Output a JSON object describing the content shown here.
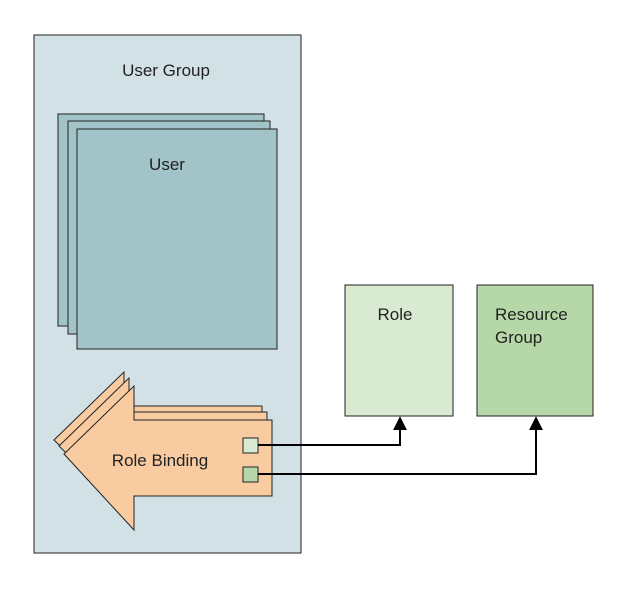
{
  "diagram": {
    "user_group": {
      "label": "User Group"
    },
    "user": {
      "label": "User"
    },
    "role_binding": {
      "label": "Role Binding"
    },
    "role": {
      "label": "Role"
    },
    "resource_group": {
      "label_line1": "Resource",
      "label_line2": "Group"
    }
  },
  "colors": {
    "user_group_fill": "#d2e1e6",
    "user_fill": "#a2c4c9",
    "role_binding_fill": "#f8cba1",
    "role_fill": "#d9ead3",
    "resource_group_fill": "#b6d7a8",
    "connector_fill_top": "#d9ead3",
    "connector_fill_bottom": "#b6d7a8",
    "stroke": "#222222"
  }
}
